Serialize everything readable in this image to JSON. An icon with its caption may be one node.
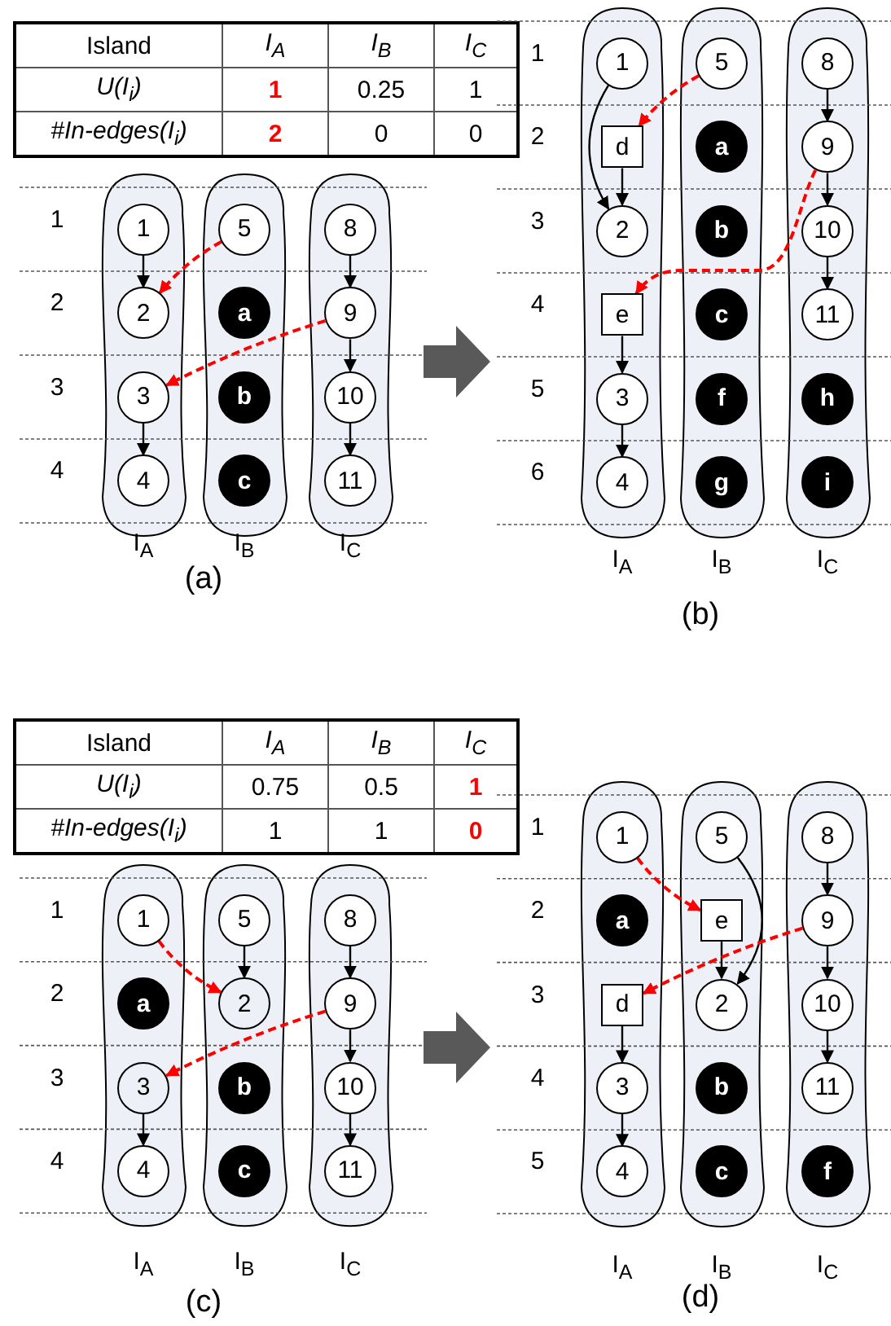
{
  "diagram": {
    "nodes": [
      {
        "text": [
          "I$_{A}$"
        ]
      },
      {
        "text": [
          "1"
        ],
        "in": 0
      },
      {
        "text": [
          "2"
        ],
        "in": 0
      },
      {
        "text": [
          "3"
        ],
        "in": 0
      },
      {
        "text": [
          "4"
        ],
        "in": 0
      },
      {
        "text": [
          "I$_{B}$"
        ]
      },
      {
        "text": [
          "5"
        ],
        "in": 5
      },
      {
        "text": [
          "a"
        ],
        "in": 5
      },
      {
        "text": [
          "b"
        ],
        "in": 5
      },
      {
        "text": [
          "c"
        ],
        "in": 5
      },
      {
        "text": [
          "I$_{C}$"
        ]
      },
      {
        "text": [
          "8"
        ],
        "in": 10
      },
      {
        "text": [
          "9"
        ],
        "in": 10
      },
      {
        "text": [
          "10"
        ],
        "in": 10
      },
      {
        "text": [
          "11"
        ],
        "in": 10
      },
      {
        "text": [
          "I$_{A}$"
        ]
      },
      {
        "text": [
          "1"
        ],
        "in": 15
      },
      {
        "text": [
          "d"
        ],
        "in": 15
      },
      {
        "text": [
          "2"
        ],
        "in": 15
      },
      {
        "text": [
          "e"
        ],
        "in": 15
      },
      {
        "text": [
          "3"
        ],
        "in": 15
      },
      {
        "text": [
          "4"
        ],
        "in": 15
      },
      {
        "text": [
          "I$_{B}$"
        ]
      },
      {
        "text": [
          "5"
        ],
        "in": 22
      },
      {
        "text": [
          "a"
        ],
        "in": 22
      },
      {
        "text": [
          "b"
        ],
        "in": 22
      },
      {
        "text": [
          "c"
        ],
        "in": 22
      },
      {
        "text": [
          "f"
        ],
        "in": 22
      },
      {
        "text": [
          "g"
        ],
        "in": 22
      },
      {
        "text": [
          "I$_{C}$"
        ]
      },
      {
        "text": [
          "8"
        ],
        "in": 29
      },
      {
        "text": [
          "9"
        ],
        "in": 29
      },
      {
        "text": [
          "10"
        ],
        "in": 29
      },
      {
        "text": [
          "11"
        ],
        "in": 29
      },
      {
        "text": [
          "h"
        ],
        "in": 29
      },
      {
        "text": [
          "i"
        ],
        "in": 29
      },
      {
        "text": [
          "I$_{A}$"
        ]
      },
      {
        "text": [
          "1"
        ],
        "in": 36
      },
      {
        "text": [
          "a"
        ],
        "in": 36
      },
      {
        "text": [
          "3"
        ],
        "in": 36
      },
      {
        "text": [
          "4"
        ],
        "in": 36
      },
      {
        "text": [
          "I$_{B}$"
        ]
      },
      {
        "text": [
          "5"
        ],
        "in": 41
      },
      {
        "text": [
          "2"
        ],
        "in": 41
      },
      {
        "text": [
          "b"
        ],
        "in": 41
      },
      {
        "text": [
          "c"
        ],
        "in": 41
      },
      {
        "text": [
          "I$_{C}$"
        ]
      },
      {
        "text": [
          "8"
        ],
        "in": 46
      },
      {
        "text": [
          "9"
        ],
        "in": 46
      },
      {
        "text": [
          "10"
        ],
        "in": 46
      },
      {
        "text": [
          "11"
        ],
        "in": 46
      },
      {
        "text": [
          "I$_{A}$"
        ]
      },
      {
        "text": [
          "1"
        ],
        "in": 51
      },
      {
        "text": [
          "a"
        ],
        "in": 51
      },
      {
        "text": [
          "d"
        ],
        "in": 51
      },
      {
        "text": [
          "3"
        ],
        "in": 51
      },
      {
        "text": [
          "4"
        ],
        "in": 51
      },
      {
        "text": [
          "I$_{B}$"
        ]
      },
      {
        "text": [
          "5"
        ],
        "in": 57
      },
      {
        "text": [
          "e"
        ],
        "in": 57
      },
      {
        "text": [
          "2"
        ],
        "in": 57
      },
      {
        "text": [
          "b"
        ],
        "in": 57
      },
      {
        "text": [
          "c"
        ],
        "in": 57
      },
      {
        "text": [
          "I$_{C}$"
        ]
      },
      {
        "text": [
          "8"
        ],
        "in": 63
      },
      {
        "text": [
          "9"
        ],
        "in": 63
      },
      {
        "text": [
          "10"
        ],
        "in": 63
      },
      {
        "text": [
          "11"
        ],
        "in": 63
      },
      {
        "text": [
          "f"
        ],
        "in": 63
      }
    ],
    "edges": [
      {
        "from": 1,
        "to": 2,
        "arrow": "to"
      },
      {
        "from": 6,
        "to": 2,
        "arrow": "to",
        "style": "dashed",
        "color": "#ff0000"
      },
      {
        "from": 3,
        "to": 4,
        "arrow": "to"
      },
      {
        "from": 12,
        "to": 3,
        "arrow": "to",
        "style": "dashed",
        "color": "#ff0000"
      },
      {
        "from": 11,
        "to": 12,
        "arrow": "to"
      },
      {
        "from": 12,
        "to": 13,
        "arrow": "to"
      },
      {
        "from": 13,
        "to": 14,
        "arrow": "to"
      },
      {
        "from": 16,
        "to": 18,
        "arrow": "to"
      },
      {
        "from": 17,
        "to": 18,
        "arrow": "to"
      },
      {
        "from": 23,
        "to": 17,
        "arrow": "to",
        "style": "dashed",
        "color": "#ff0000"
      },
      {
        "from": 31,
        "to": 19,
        "arrow": "to",
        "style": "dashed",
        "color": "#ff0000"
      },
      {
        "from": 19,
        "to": 20,
        "arrow": "to"
      },
      {
        "from": 20,
        "to": 21,
        "arrow": "to"
      },
      {
        "from": 30,
        "to": 31,
        "arrow": "to"
      },
      {
        "from": 31,
        "to": 32,
        "arrow": "to"
      },
      {
        "from": 32,
        "to": 33,
        "arrow": "to"
      },
      {
        "from": 37,
        "to": 43,
        "arrow": "to",
        "style": "dashed",
        "color": "#ff0000"
      },
      {
        "from": 42,
        "to": 43,
        "arrow": "to"
      },
      {
        "from": 48,
        "to": 39,
        "arrow": "to",
        "style": "dashed",
        "color": "#ff0000"
      },
      {
        "from": 39,
        "to": 40,
        "arrow": "to"
      },
      {
        "from": 47,
        "to": 48,
        "arrow": "to"
      },
      {
        "from": 48,
        "to": 49,
        "arrow": "to"
      },
      {
        "from": 49,
        "to": 50,
        "arrow": "to"
      },
      {
        "from": 52,
        "to": 59,
        "arrow": "to",
        "style": "dashed",
        "color": "#ff0000"
      },
      {
        "from": 58,
        "to": 60,
        "arrow": "to"
      },
      {
        "from": 59,
        "to": 60,
        "arrow": "to"
      },
      {
        "from": 65,
        "to": 54,
        "arrow": "to",
        "style": "dashed",
        "color": "#ff0000"
      },
      {
        "from": 54,
        "to": 55,
        "arrow": "to"
      },
      {
        "from": 55,
        "to": 56,
        "arrow": "to"
      },
      {
        "from": 64,
        "to": 65,
        "arrow": "to"
      },
      {
        "from": 65,
        "to": 66,
        "arrow": "to"
      },
      {
        "from": 66,
        "to": 67,
        "arrow": "to"
      }
    ],
    "labels": [
      "Island",
      "I$_{A}$",
      "I$_{B}$",
      "I$_{C}$",
      "U(I$_{i}$)",
      "1",
      "0.25",
      "1",
      "#In-edges(I$_{i}$)",
      "2",
      "0",
      "0",
      "1",
      "2",
      "3",
      "4",
      "(a)",
      "1",
      "2",
      "3",
      "4",
      "5",
      "6",
      "(b)",
      "Island",
      "I$_{A}$",
      "I$_{B}$",
      "I$_{C}$",
      "U(I$_{i}$)",
      "0.75",
      "0.5",
      "1",
      "#In-edges(I$_{i}$)",
      "1",
      "1",
      "0",
      "1",
      "2",
      "3",
      "4",
      "(c)",
      "1",
      "2",
      "3",
      "4",
      "5",
      "(d)"
    ]
  }
}
